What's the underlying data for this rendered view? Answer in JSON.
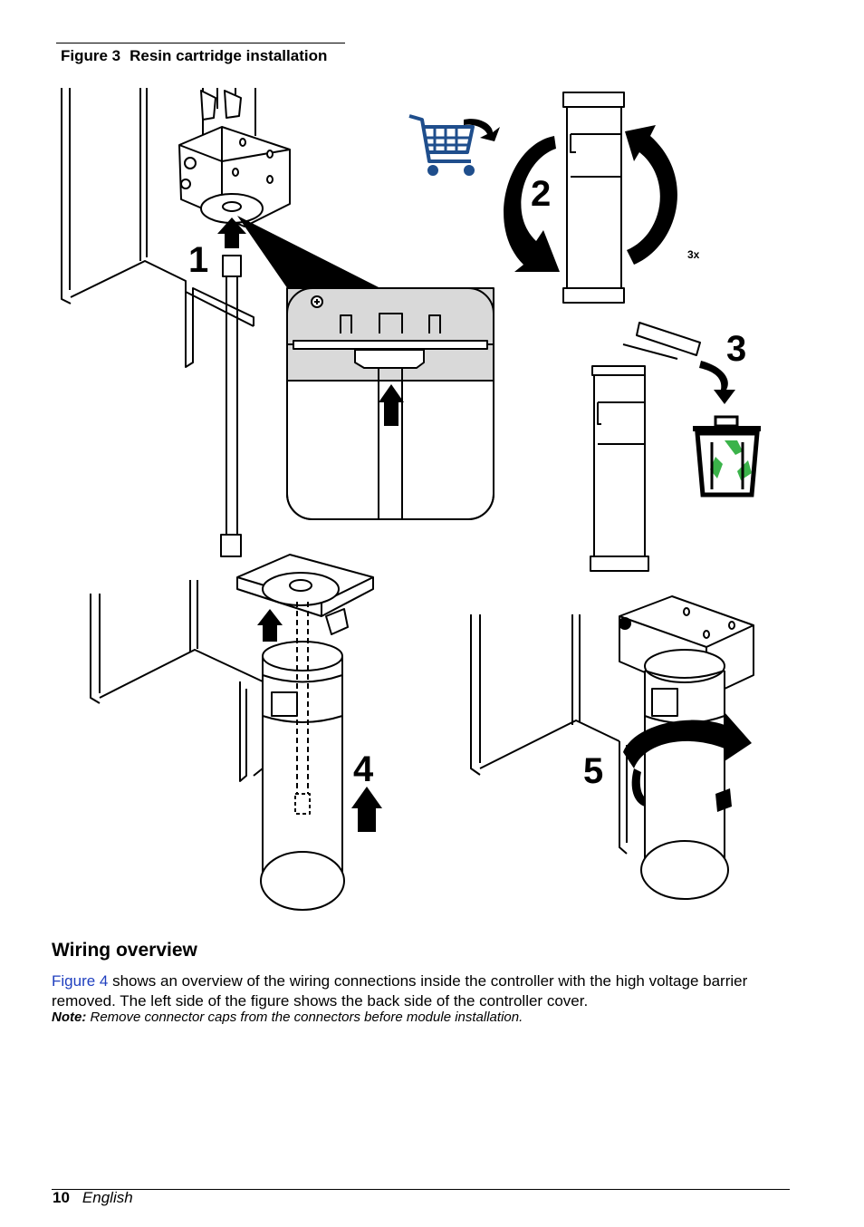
{
  "figure": {
    "number": "Figure 3",
    "title": "Resin cartridge installation",
    "steps": [
      "1",
      "2",
      "3",
      "4",
      "5"
    ],
    "repeat_label": "3x",
    "icons": [
      "shopping-cart-icon",
      "recycle-bin-icon"
    ],
    "colors": {
      "cart": "#1f4e8c",
      "recycle": "#3bb34a"
    }
  },
  "section": {
    "heading": "Wiring overview",
    "link_text": "Figure 4",
    "body_rest": " shows an overview of the wiring connections inside the controller with the high voltage barrier removed. The left side of the figure shows the back side of the controller cover.",
    "note_label": "Note:",
    "note_text": " Remove connector caps from the connectors before module installation."
  },
  "footer": {
    "page_number": "10",
    "language": "English"
  }
}
